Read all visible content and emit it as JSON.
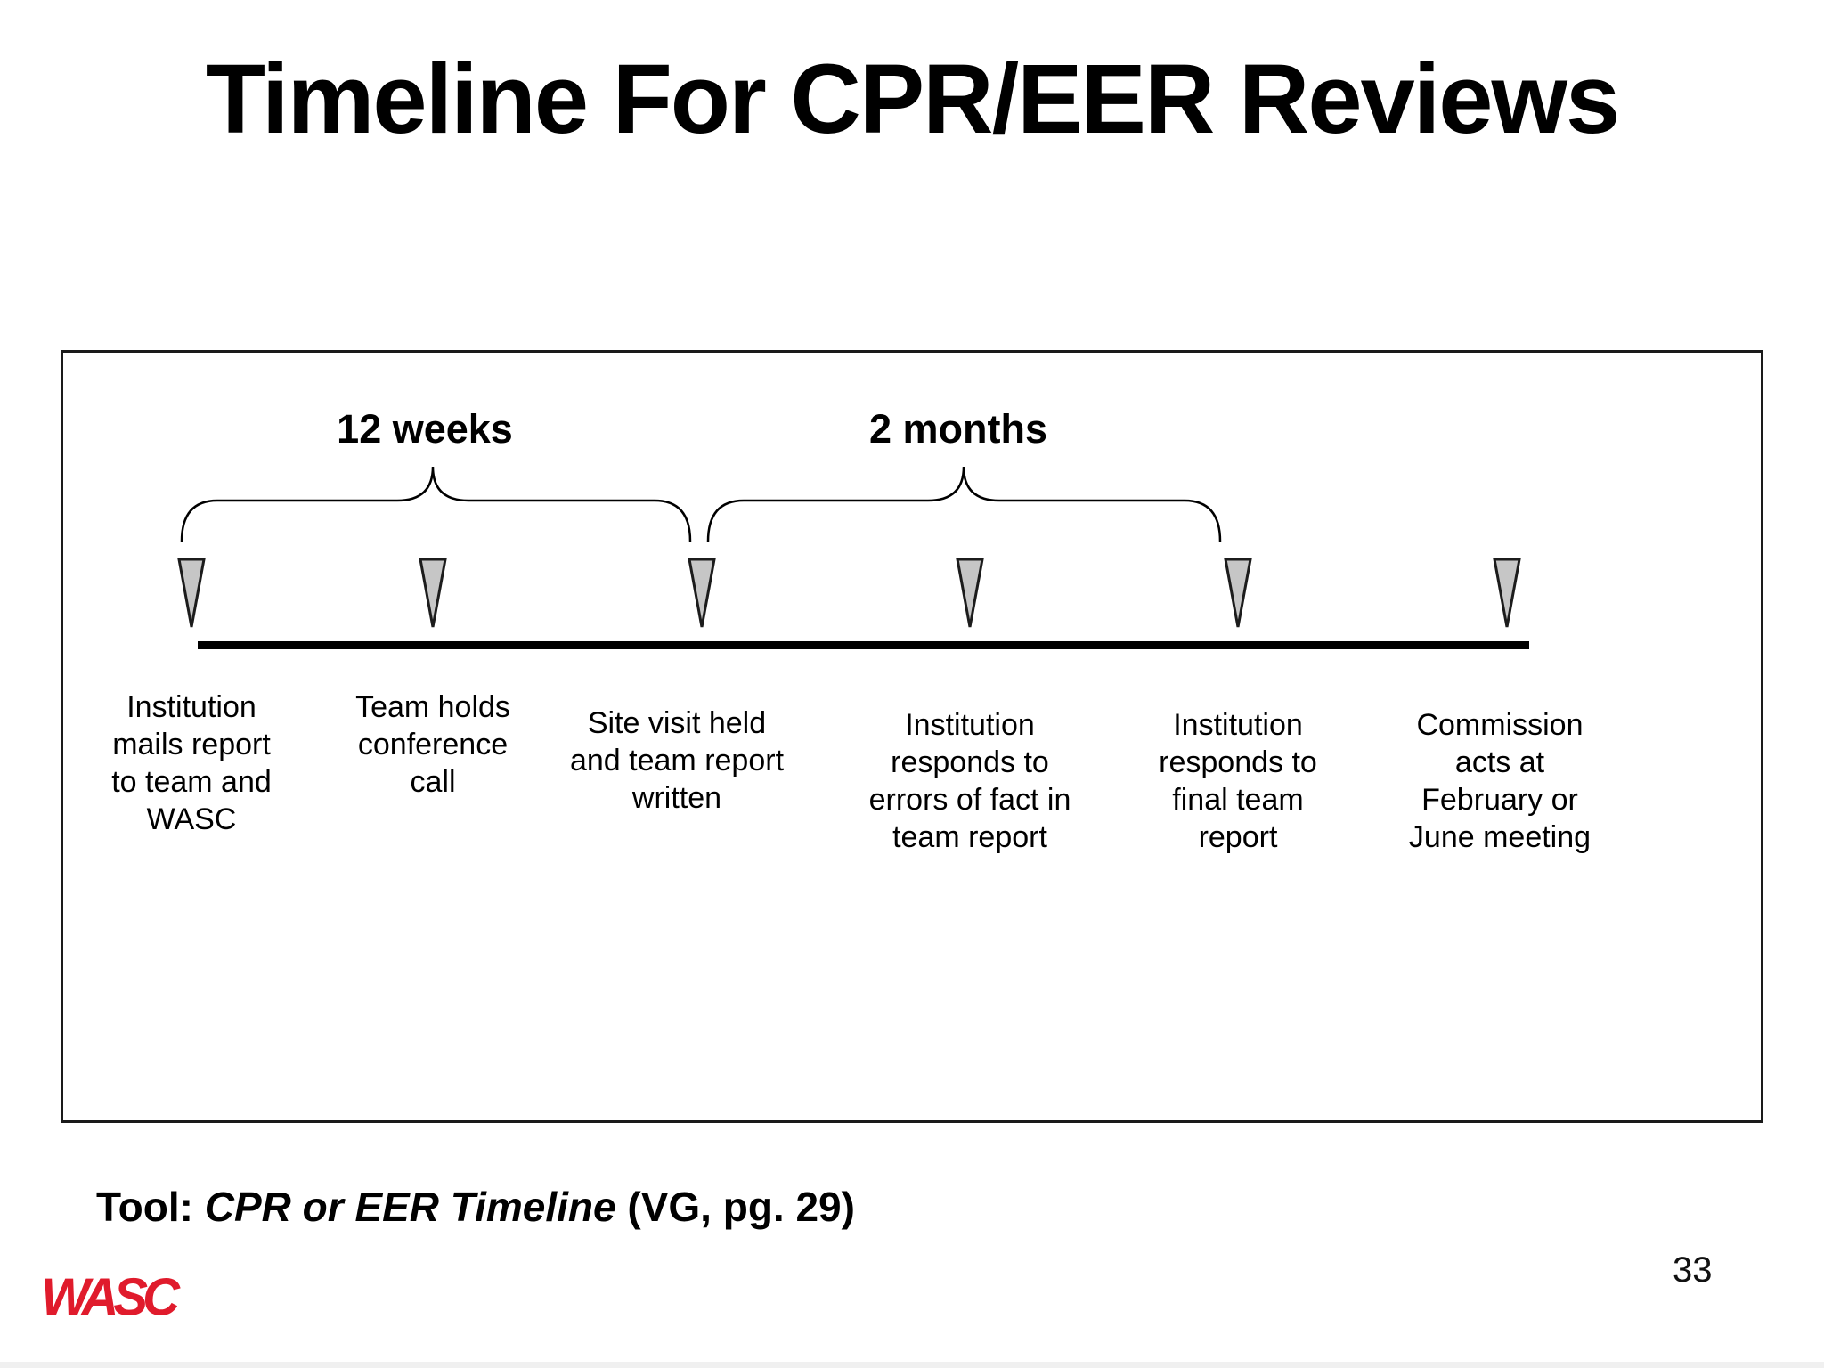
{
  "slide": {
    "title": "Timeline For CPR/EER Reviews",
    "page_number": "33",
    "logo_text": "WASC"
  },
  "timeline": {
    "durations": [
      {
        "label": "12 weeks"
      },
      {
        "label": "2 months"
      }
    ],
    "events": [
      {
        "label": "Institution\nmails report\nto team and\nWASC"
      },
      {
        "label": "Team holds\nconference\ncall"
      },
      {
        "label": "Site visit held\nand team report\nwritten"
      },
      {
        "label": "Institution\nresponds to\nerrors of fact in\nteam report"
      },
      {
        "label": "Institution\nresponds to\nfinal team\nreport"
      },
      {
        "label": "Commission\nacts at\nFebruary or\nJune meeting"
      }
    ],
    "marker_color": "#c6c6c6",
    "line_color": "#000000"
  },
  "footer": {
    "tool_prefix": "Tool: ",
    "tool_name": "CPR or EER Timeline",
    "tool_suffix": " (VG, pg. 29)",
    "logo_color": "#e01b2c"
  }
}
